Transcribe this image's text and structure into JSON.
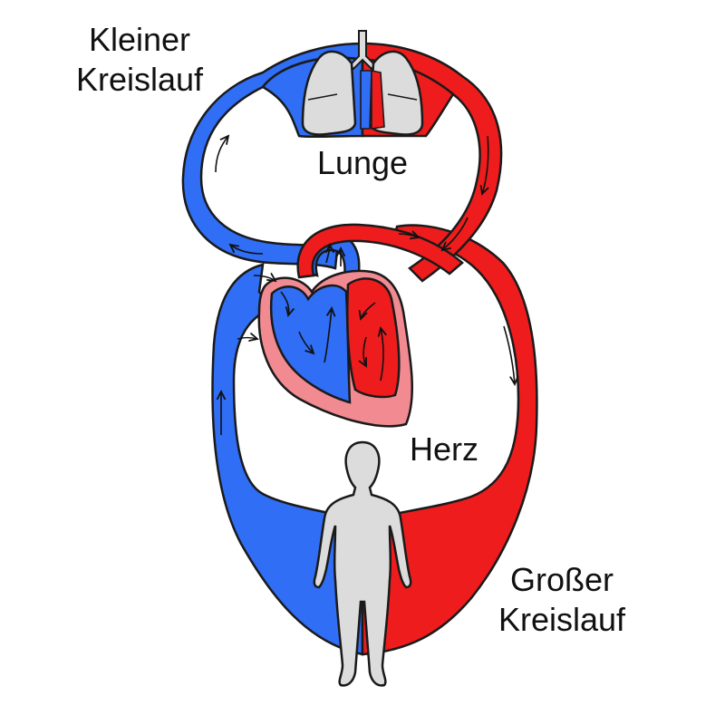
{
  "labels": {
    "small_circulation": [
      "Kleiner",
      "Kreislauf"
    ],
    "lung": "Lunge",
    "heart": "Herz",
    "large_circulation": [
      "Großer",
      "Kreislauf"
    ]
  },
  "colors": {
    "deoxygenated_blood": "#2f6ef5",
    "oxygenated_blood": "#ee1c1c",
    "heart_tissue": "#f28a92",
    "organ_gray": "#dcdcdc",
    "outline": "#1a1a1a"
  }
}
